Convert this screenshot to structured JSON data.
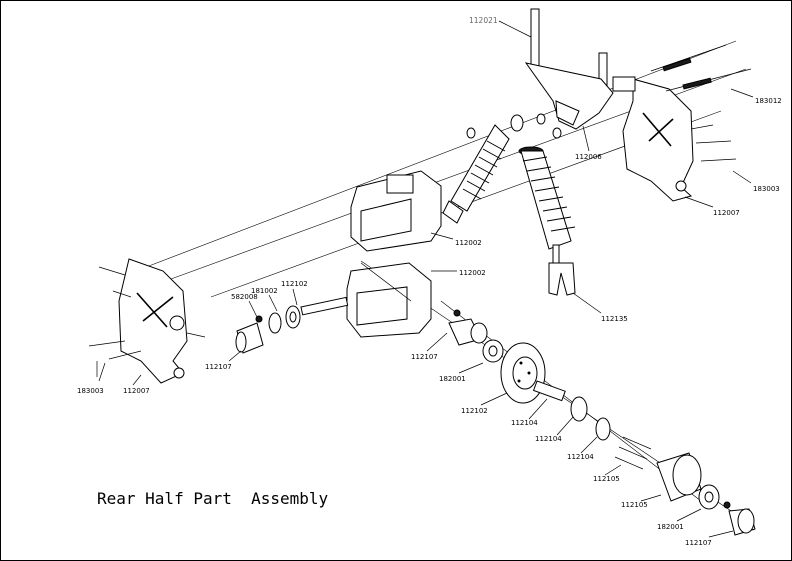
{
  "title": "Rear Half Part  Assembly",
  "labels": {
    "p112021": "112021",
    "p183012": "183012",
    "p112006": "112006",
    "p183003_top": "183003",
    "p112007_top": "112007",
    "p112002_upper": "112002",
    "p112002_mid": "112002",
    "p112135": "112135",
    "p112102_shaft": "112102",
    "p181002": "181002",
    "p582008": "582008",
    "p112107_left": "112107",
    "p183003_left": "183003",
    "p112007_left": "112007",
    "p112107_mid": "112107",
    "p182001_mid": "182001",
    "p112102_disc": "112102",
    "p112104_a": "112104",
    "p112104_b": "112104",
    "p112104_c": "112104",
    "p112105_a": "112105",
    "p112105_b": "112105",
    "p182001_low": "182001",
    "p112107_low": "112107"
  }
}
